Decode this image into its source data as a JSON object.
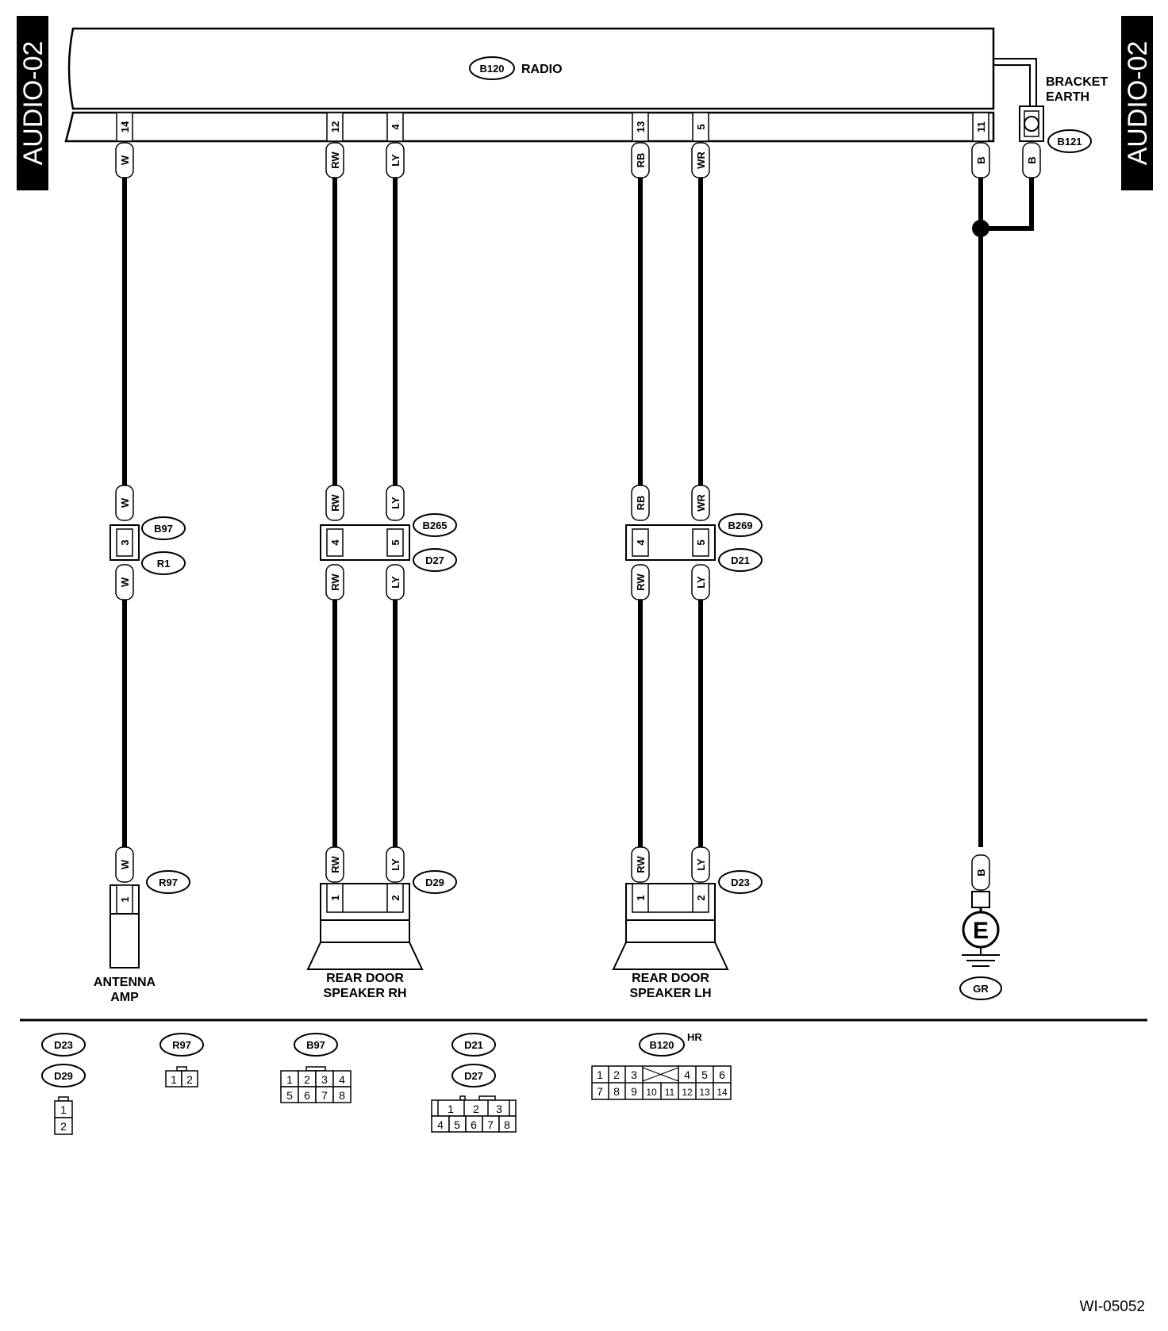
{
  "side_tab": "AUDIO-02",
  "radio": {
    "connector": "B120",
    "label": "RADIO"
  },
  "bracket_earth": {
    "line1": "BRACKET",
    "line2": "EARTH",
    "connector": "B121",
    "wire": "B"
  },
  "radio_pins": [
    {
      "pin": "14",
      "wire": "W"
    },
    {
      "pin": "12",
      "wire": "RW"
    },
    {
      "pin": "4",
      "wire": "LY"
    },
    {
      "pin": "13",
      "wire": "RB"
    },
    {
      "pin": "5",
      "wire": "WR"
    },
    {
      "pin": "11",
      "wire": "B"
    }
  ],
  "antenna_branch": {
    "upper_wire": "W",
    "pin": "3",
    "connector_upper": "B97",
    "connector_lower": "R1",
    "lower_wire": "W",
    "end_wire": "W",
    "end_pin": "1",
    "end_connector": "R97",
    "device_line1": "ANTENNA",
    "device_line2": "AMP"
  },
  "rh_speaker_branch": {
    "upper_wires": [
      "RW",
      "LY"
    ],
    "pins": [
      "4",
      "5"
    ],
    "connector_upper": "B265",
    "connector_lower": "D27",
    "lower_wires": [
      "RW",
      "LY"
    ],
    "end_wires": [
      "RW",
      "LY"
    ],
    "end_pins": [
      "1",
      "2"
    ],
    "end_connector": "D29",
    "device_line1": "REAR DOOR",
    "device_line2": "SPEAKER RH"
  },
  "lh_speaker_branch": {
    "upper_wires": [
      "RB",
      "WR"
    ],
    "pins": [
      "4",
      "5"
    ],
    "connector_upper": "B269",
    "connector_lower": "D21",
    "lower_wires": [
      "RW",
      "LY"
    ],
    "end_wires": [
      "RW",
      "LY"
    ],
    "end_pins": [
      "1",
      "2"
    ],
    "end_connector": "D23",
    "device_line1": "REAR DOOR",
    "device_line2": "SPEAKER LH"
  },
  "ground": {
    "wire": "B",
    "symbol": "E",
    "connector": "GR"
  },
  "legend": {
    "d23": "D23",
    "d29": "D29",
    "d23_pins_top": "1",
    "d23_pins_bottom": "2",
    "r97": "R97",
    "r97_pins": [
      "1",
      "2"
    ],
    "b97": "B97",
    "b97_top": [
      "1",
      "2",
      "3",
      "4"
    ],
    "b97_bottom": [
      "5",
      "6",
      "7",
      "8"
    ],
    "d21": "D21",
    "d27": "D27",
    "d21_top": [
      "1",
      "2",
      "3"
    ],
    "d21_bottom": [
      "4",
      "5",
      "6",
      "7",
      "8"
    ],
    "b120": "B120",
    "b120_suffix": "HR",
    "b120_top": [
      "1",
      "2",
      "3",
      "4",
      "5",
      "6"
    ],
    "b120_bottom": [
      "7",
      "8",
      "9",
      "10",
      "11",
      "12",
      "13",
      "14"
    ]
  },
  "diagram_code": "WI-05052"
}
